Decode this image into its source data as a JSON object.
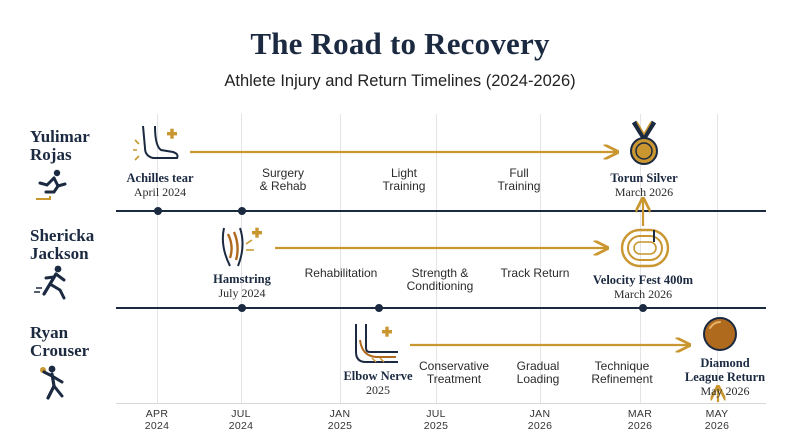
{
  "title": "The Road to Recovery",
  "subtitle": "Athlete Injury and Return Timelines (2024-2026)",
  "colors": {
    "navy": "#1b2a41",
    "gold": "#c9962f",
    "bronze": "#b06a1e",
    "grid": "#e4e4e4"
  },
  "axis": {
    "ticks": [
      {
        "month": "APR",
        "year": "2024"
      },
      {
        "month": "JUL",
        "year": "2024"
      },
      {
        "month": "JAN",
        "year": "2025"
      },
      {
        "month": "JUL",
        "year": "2025"
      },
      {
        "month": "JAN",
        "year": "2026"
      },
      {
        "month": "MAR",
        "year": "2026"
      },
      {
        "month": "MAY",
        "year": "2026"
      }
    ]
  },
  "athletes": [
    {
      "name_line1": "Yulimar",
      "name_line2": "Rojas",
      "icon": "jumper-icon",
      "injury": {
        "title": "Achilles tear",
        "date": "April 2024",
        "icon": "achilles-icon"
      },
      "phases": [
        "Surgery\n& Rehab",
        "Light\nTraining",
        "Full\nTraining"
      ],
      "return": {
        "title": "Torun Silver",
        "date": "March 2026",
        "icon": "medal-icon"
      }
    },
    {
      "name_line1": "Shericka",
      "name_line2": "Jackson",
      "icon": "sprinter-icon",
      "injury": {
        "title": "Hamstring",
        "date": "July 2024",
        "icon": "hamstring-icon"
      },
      "phases": [
        "Rehabilitation",
        "Strength &\nConditioning",
        "Track Return"
      ],
      "return": {
        "title": "Velocity Fest 400m",
        "date": "March 2026",
        "icon": "track-icon"
      }
    },
    {
      "name_line1": "Ryan",
      "name_line2": "Crouser",
      "icon": "shot-putter-icon",
      "injury": {
        "title": "Elbow Nerve",
        "date": "2025",
        "icon": "elbow-icon"
      },
      "phases": [
        "Conservative\nTreatment",
        "Gradual\nLoading",
        "Technique\nRefinement"
      ],
      "return": {
        "title": "Diamond\nLeague Return",
        "date": "May 2026",
        "icon": "shot-ball-icon"
      }
    }
  ]
}
